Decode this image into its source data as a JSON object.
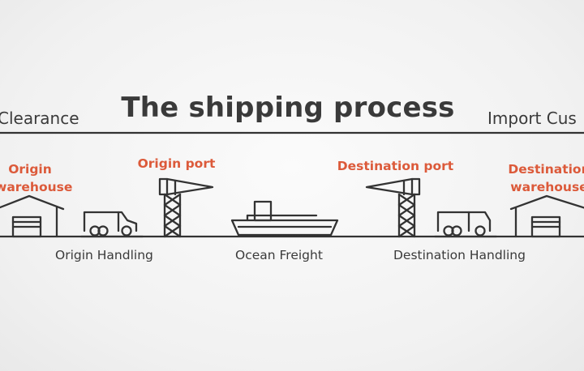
{
  "title": "The shipping process",
  "customs": {
    "left": "Clearance",
    "right": "Import Cus"
  },
  "locations": {
    "origin_warehouse": [
      "Origin",
      "warehouse"
    ],
    "origin_port": "Origin port",
    "destination_port": "Destination port",
    "destination_warehouse": [
      "Destination",
      "warehouse"
    ]
  },
  "stages": {
    "origin_handling": "Origin Handling",
    "ocean_freight": "Ocean Freight",
    "destination_handling": "Destination Handling"
  },
  "colors": {
    "text": "#3a3a3a",
    "accent": "#dc5a3a",
    "line": "#333333"
  }
}
